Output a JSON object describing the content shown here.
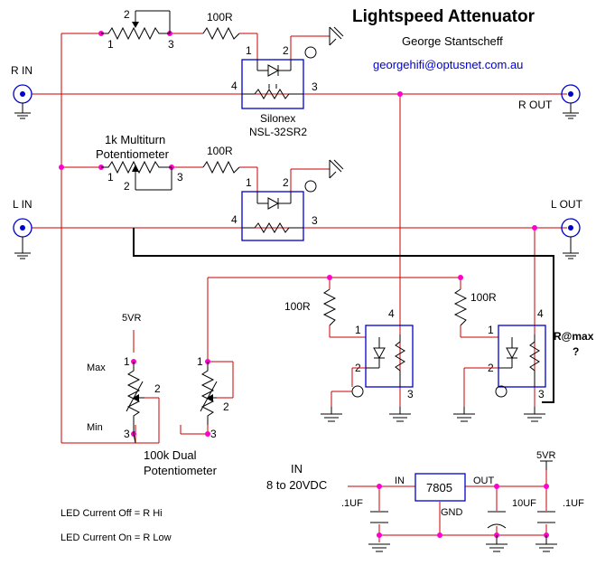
{
  "header": {
    "title": "Lightspeed Attenuator",
    "author": "George Stantscheff",
    "email": "georgehifi@optusnet.com.au"
  },
  "connectors": {
    "r_in": "R IN",
    "r_out": "R  OUT",
    "l_in": "L IN",
    "l_out": "L OUT"
  },
  "resistors": {
    "top_series": "100R",
    "mid_series": "100R",
    "shunt_left": "100R",
    "shunt_right": "100R"
  },
  "pot_multiturn": {
    "label_line1": "1k Multiturn",
    "label_line2": "Potentiometer"
  },
  "pot_dual": {
    "label_line1": "100k Dual",
    "label_line2": "Potentiometer",
    "max_label": "Max",
    "min_label": "Min"
  },
  "ldr": {
    "part_line1": "Silonex",
    "part_line2": "NSL-32SR2",
    "r_at_max": "R@max",
    "question": "?"
  },
  "pins": {
    "p1": "1",
    "p2": "2",
    "p3": "3",
    "p4": "4"
  },
  "supply": {
    "rail_label": "5VR",
    "rail_label_right": "5VR",
    "in_line1": "IN",
    "in_line2": "8 to 20VDC",
    "reg": "7805",
    "reg_in": "IN",
    "reg_out": "OUT",
    "reg_gnd": "GND",
    "cap_in": ".1UF",
    "cap_mid": "10UF",
    "cap_out": ".1UF"
  },
  "notes": {
    "led_off": "LED Current Off = R Hi",
    "led_on": "LED Current On = R Low"
  }
}
